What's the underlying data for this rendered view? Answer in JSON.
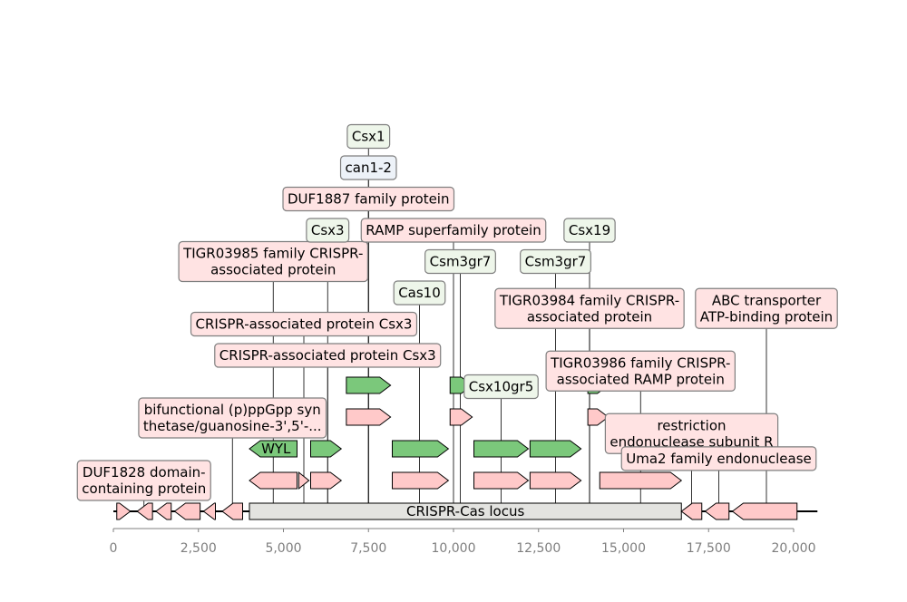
{
  "colors": {
    "pink_fill": "#ffc9c9",
    "green_fill": "#7bc87b",
    "blue_fill": "#4a72b0",
    "locus_fill": "#e3e3e0",
    "label_pink": "#ffe3e3",
    "label_green": "#eef6ea",
    "label_blue": "#edf2f8",
    "tick_text": "#7f7f7f"
  },
  "axis": {
    "ticks": [
      0,
      2500,
      5000,
      7500,
      10000,
      12500,
      15000,
      17500,
      20000
    ],
    "tick_labels": [
      "0",
      "2,500",
      "5,000",
      "7,500",
      "10,000",
      "12,500",
      "15,000",
      "17,500",
      "20,000"
    ]
  },
  "locus": {
    "label": "CRISPR-Cas locus",
    "start": 4000,
    "end": 16700
  },
  "genes": [
    {
      "start": 100,
      "end": 500,
      "strand": 1,
      "fill": "pink"
    },
    {
      "start": 700,
      "end": 1150,
      "strand": -1,
      "fill": "pink"
    },
    {
      "start": 1250,
      "end": 1700,
      "strand": -1,
      "fill": "pink"
    },
    {
      "start": 1800,
      "end": 2550,
      "strand": -1,
      "fill": "pink"
    },
    {
      "start": 2650,
      "end": 3000,
      "strand": -1,
      "fill": "pink"
    },
    {
      "start": 3200,
      "end": 3800,
      "strand": -1,
      "fill": "pink"
    },
    {
      "start": 16700,
      "end": 17300,
      "strand": -1,
      "fill": "pink"
    },
    {
      "start": 17400,
      "end": 18100,
      "strand": -1,
      "fill": "pink"
    },
    {
      "start": 18200,
      "end": 20100,
      "strand": -1,
      "fill": "pink"
    },
    {
      "start": 4000,
      "end": 5400,
      "strand": -1,
      "fill": "pink",
      "row": 1
    },
    {
      "start": 5450,
      "end": 5750,
      "strand": 1,
      "fill": "pink",
      "row": 1
    },
    {
      "start": 5800,
      "end": 6700,
      "strand": 1,
      "fill": "pink",
      "row": 1
    },
    {
      "start": 8200,
      "end": 9850,
      "strand": 1,
      "fill": "pink",
      "row": 1
    },
    {
      "start": 10600,
      "end": 12200,
      "strand": 1,
      "fill": "pink",
      "row": 1
    },
    {
      "start": 12250,
      "end": 13750,
      "strand": 1,
      "fill": "pink",
      "row": 1
    },
    {
      "start": 14300,
      "end": 16700,
      "strand": 1,
      "fill": "pink",
      "row": 1
    },
    {
      "start": 4000,
      "end": 5400,
      "strand": -1,
      "fill": "green",
      "row": 2,
      "label": "WYL"
    },
    {
      "start": 5800,
      "end": 6700,
      "strand": 1,
      "fill": "green",
      "row": 2
    },
    {
      "start": 8200,
      "end": 9850,
      "strand": 1,
      "fill": "green",
      "row": 2
    },
    {
      "start": 10600,
      "end": 12200,
      "strand": 1,
      "fill": "green",
      "row": 2
    },
    {
      "start": 12250,
      "end": 13750,
      "strand": 1,
      "fill": "green",
      "row": 2
    },
    {
      "start": 6850,
      "end": 8150,
      "strand": 1,
      "fill": "pink",
      "row": 3
    },
    {
      "start": 9900,
      "end": 10550,
      "strand": 1,
      "fill": "pink",
      "row": 3
    },
    {
      "start": 13950,
      "end": 14550,
      "strand": 1,
      "fill": "pink",
      "row": 3
    },
    {
      "start": 6850,
      "end": 8150,
      "strand": 1,
      "fill": "green",
      "row": 4
    },
    {
      "start": 9900,
      "end": 10550,
      "strand": 1,
      "fill": "green",
      "row": 4
    },
    {
      "start": 13950,
      "end": 14550,
      "strand": 1,
      "fill": "green",
      "row": 4
    },
    {
      "start": 6850,
      "end": 8150,
      "strand": 1,
      "fill": "blue",
      "row": 5
    }
  ],
  "annotations": [
    {
      "lines": [
        "DUF1828 domain-",
        "containing protein"
      ],
      "pos": 900,
      "fill": "pink",
      "row": 0
    },
    {
      "lines": [
        "bifunctional (p)ppGpp syn",
        "thetase/guanosine-3',5'-..."
      ],
      "pos": 3500,
      "fill": "pink",
      "row": 2
    },
    {
      "lines": [
        "TIGR03985 family CRISPR-",
        "associated protein"
      ],
      "pos": 4700,
      "fill": "pink",
      "row": 7
    },
    {
      "lines": [
        "CRISPR-associated protein Csx3"
      ],
      "pos": 5600,
      "fill": "pink",
      "row": 5
    },
    {
      "lines": [
        "CRISPR-associated protein Csx3"
      ],
      "pos": 6300,
      "fill": "pink",
      "row": 4
    },
    {
      "lines": [
        "Csx3"
      ],
      "pos": 6300,
      "fill": "green",
      "row": 8
    },
    {
      "lines": [
        "Csx1"
      ],
      "pos": 7500,
      "fill": "green",
      "row": 11
    },
    {
      "lines": [
        "can1-2"
      ],
      "pos": 7500,
      "fill": "blue",
      "row": 10
    },
    {
      "lines": [
        "DUF1887 family protein"
      ],
      "pos": 7500,
      "fill": "pink",
      "row": 9
    },
    {
      "lines": [
        "RAMP superfamily protein"
      ],
      "pos": 10000,
      "fill": "pink",
      "row": 8
    },
    {
      "lines": [
        "Cas10"
      ],
      "pos": 9000,
      "fill": "green",
      "row": 6
    },
    {
      "lines": [
        "Csm3gr7"
      ],
      "pos": 10200,
      "fill": "green",
      "row": 7
    },
    {
      "lines": [
        "Csx10gr5"
      ],
      "pos": 11400,
      "fill": "green",
      "row": 3
    },
    {
      "lines": [
        "Csm3gr7"
      ],
      "pos": 13000,
      "fill": "green",
      "row": 7
    },
    {
      "lines": [
        "Csx19"
      ],
      "pos": 14000,
      "fill": "green",
      "row": 8
    },
    {
      "lines": [
        "TIGR03984 family CRISPR-",
        "associated protein"
      ],
      "pos": 14000,
      "fill": "pink",
      "row": 5.5
    },
    {
      "lines": [
        "TIGR03986 family CRISPR-",
        "associated RAMP protein"
      ],
      "pos": 15500,
      "fill": "pink",
      "row": 3.5
    },
    {
      "lines": [
        "restriction",
        "endonuclease subunit R"
      ],
      "pos": 17000,
      "fill": "pink",
      "row": 1.5
    },
    {
      "lines": [
        "Uma2 family endonuclease"
      ],
      "pos": 17800,
      "fill": "pink",
      "row": 0.7
    },
    {
      "lines": [
        "ABC transporter",
        "ATP-binding protein"
      ],
      "pos": 19200,
      "fill": "pink",
      "row": 5.5
    }
  ]
}
